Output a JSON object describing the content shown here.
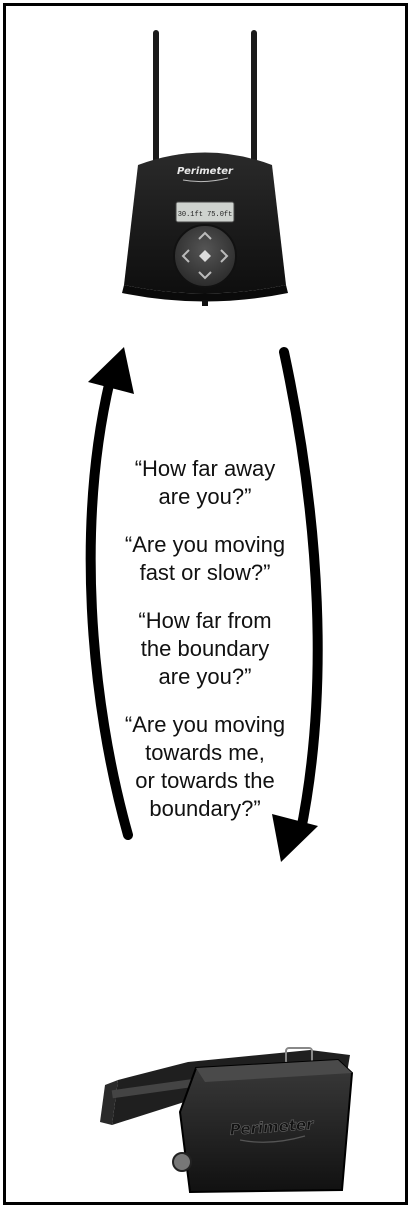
{
  "base_station": {
    "brand_label": "Perimeter",
    "lcd_line1": "",
    "lcd_line2": "30.1ft  75.0ft"
  },
  "collar": {
    "brand_label": "Perimeter"
  },
  "questions": [
    "“How far away\nare you?”",
    "“Are you moving\nfast or slow?”",
    "“How far from\nthe boundary\nare you?”",
    "“Are you moving\ntowards me,\nor towards the\nboundary?”"
  ],
  "colors": {
    "frame": "#000000",
    "device": "#1b1b1b",
    "arrow": "#000000"
  }
}
